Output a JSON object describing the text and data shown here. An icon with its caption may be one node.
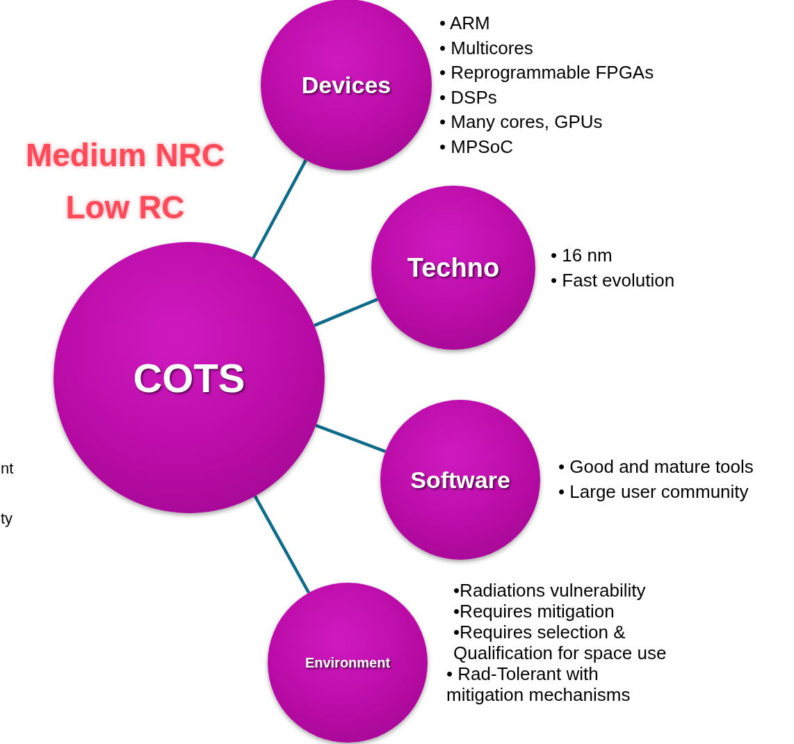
{
  "diagram": {
    "nodes": [
      {
        "text": [
          "COTS"
        ]
      },
      {
        "text": [
          "Devices"
        ],
        "beside": [
          "• ARM",
          "• Multicores",
          "• Reprogrammable FPGAs",
          "• DSPs",
          "• Many cores, GPUs",
          "• MPSoC"
        ]
      },
      {
        "text": [
          "Techno"
        ],
        "beside": [
          "• 16 nm",
          "• Fast evolution"
        ]
      },
      {
        "text": [
          "Software"
        ],
        "beside": [
          "• Good and mature tools",
          "• Large user community"
        ]
      },
      {
        "text": [
          "Environment"
        ],
        "beside": [
          "•Radiations vulnerability",
          "•Requires mitigation",
          "•Requires selection & Qualification for space use",
          "• Rad-Tolerant with mitigation mechanisms"
        ]
      }
    ],
    "edges": [
      {
        "from": 0,
        "to": 1,
        "arrow": "none"
      },
      {
        "from": 0,
        "to": 2,
        "arrow": "none"
      },
      {
        "from": 0,
        "to": 3,
        "arrow": "none"
      },
      {
        "from": 0,
        "to": 4,
        "arrow": "none"
      }
    ],
    "labels": [
      "Medium NRC Low RC",
      "nt",
      "ty"
    ]
  }
}
